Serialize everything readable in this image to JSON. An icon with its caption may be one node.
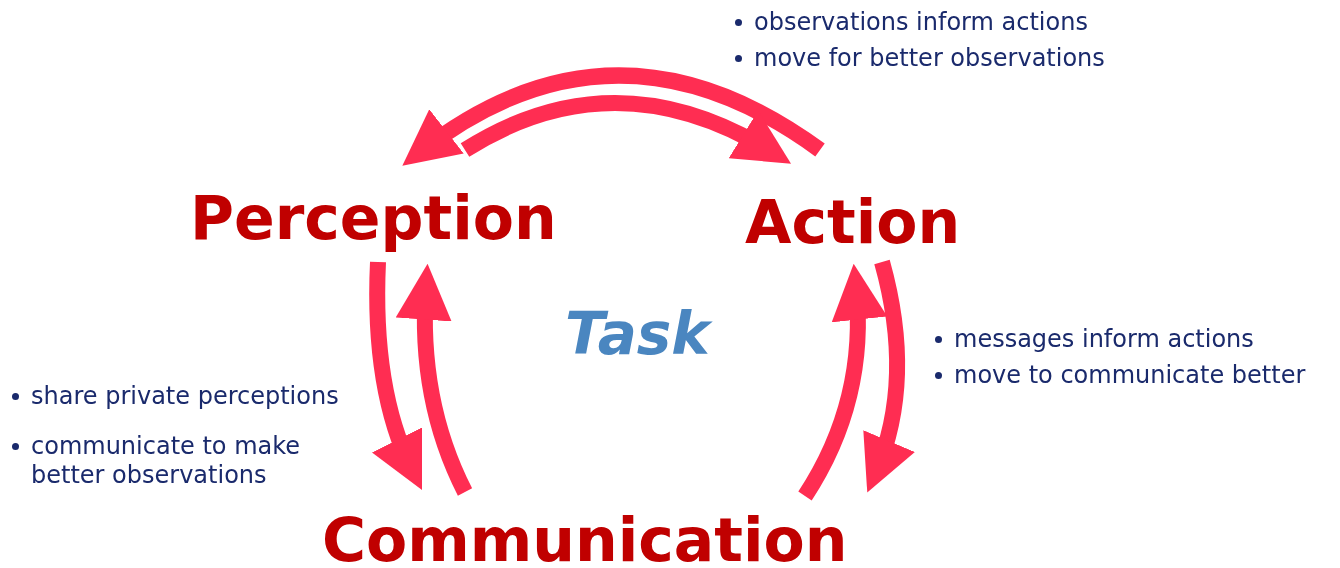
{
  "diagram": {
    "nodes": [
      {
        "text": [
          "Perception"
        ]
      },
      {
        "text": [
          "Action"
        ]
      },
      {
        "text": [
          "Communication"
        ]
      }
    ],
    "edges": [
      {
        "from": 1,
        "to": 0,
        "arrow": "to"
      },
      {
        "from": 0,
        "to": 1,
        "arrow": "to"
      },
      {
        "from": 0,
        "to": 2,
        "arrow": "to"
      },
      {
        "from": 2,
        "to": 0,
        "arrow": "to"
      },
      {
        "from": 1,
        "to": 2,
        "arrow": "to"
      },
      {
        "from": 2,
        "to": 1,
        "arrow": "to"
      }
    ],
    "labels": [
      "observations inform actions",
      "move for better observations",
      "Task",
      "messages inform actions",
      "move to communicate better",
      "share private perceptions",
      "communicate to make better observations"
    ]
  }
}
